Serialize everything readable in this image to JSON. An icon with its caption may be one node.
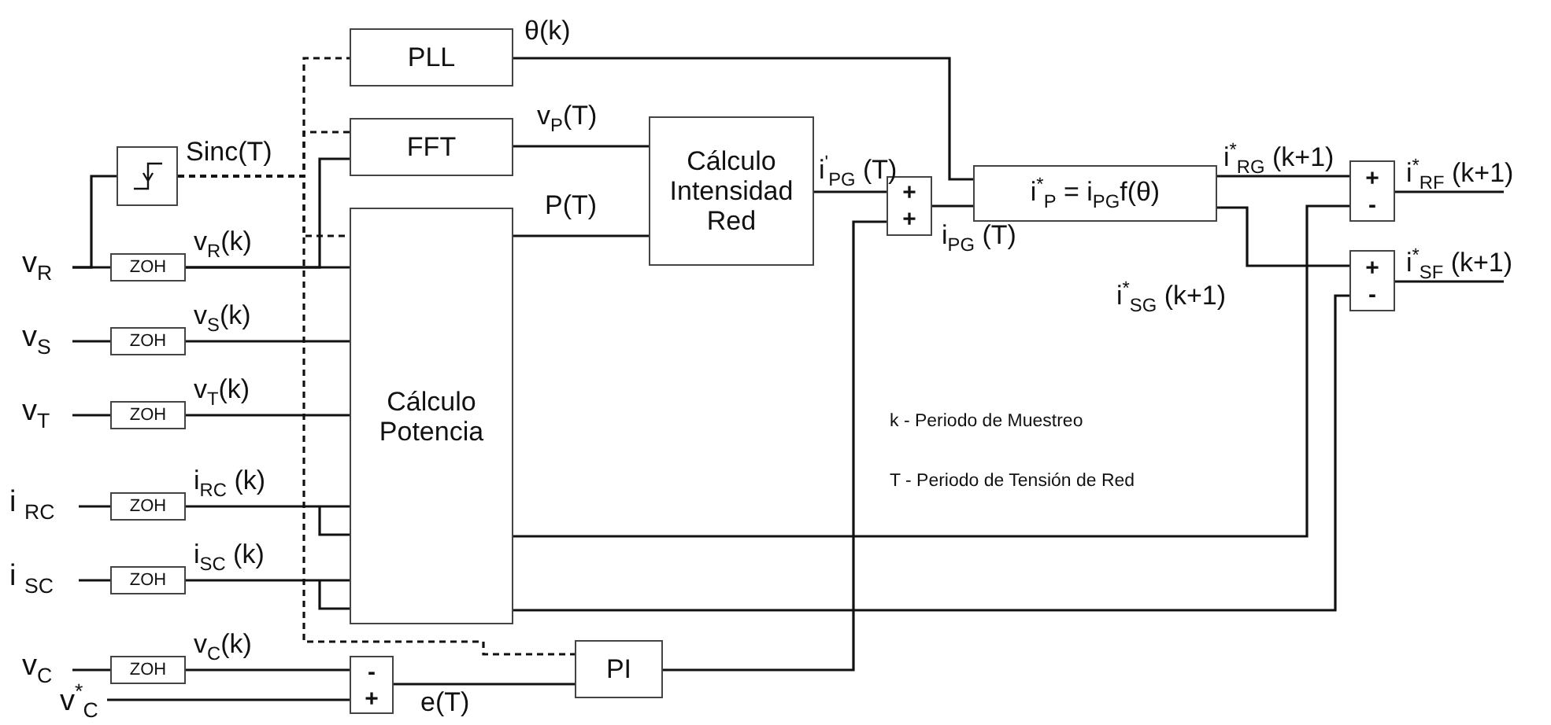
{
  "diagram": {
    "nodes": [
      {
        "text": [
          "PLL"
        ]
      },
      {
        "text": [
          "FFT"
        ]
      },
      {
        "text": [
          "Cálculo Potencia"
        ]
      },
      {
        "text": [
          "Cálculo Intensidad Red"
        ]
      },
      {
        "text": [
          "+",
          "+"
        ]
      },
      {
        "text": [
          "i$^{*}$$_{P}$ = i$_{PG}$f(θ)"
        ]
      },
      {
        "text": [
          "+",
          "-"
        ]
      },
      {
        "text": [
          "+",
          "-"
        ]
      },
      {
        "text": [],
        "shape": "box"
      },
      {
        "text": [
          "v$_{R}$"
        ]
      },
      {
        "text": [
          "ZOH"
        ]
      },
      {
        "text": [
          "v$_{S}$"
        ]
      },
      {
        "text": [
          "ZOH"
        ]
      },
      {
        "text": [
          "v$_{T}$"
        ]
      },
      {
        "text": [
          "ZOH"
        ]
      },
      {
        "text": [
          "i $_{RC}$"
        ]
      },
      {
        "text": [
          "ZOH"
        ]
      },
      {
        "text": [
          "i $_{SC}$"
        ]
      },
      {
        "text": [
          "ZOH"
        ]
      },
      {
        "text": [
          "v$_{C}$"
        ]
      },
      {
        "text": [
          "ZOH"
        ]
      },
      {
        "text": [
          "v$^{*}$$_{C}$"
        ]
      },
      {
        "text": [
          "-",
          "+"
        ]
      },
      {
        "text": [
          "PI"
        ]
      }
    ],
    "edges": [
      {
        "from": 9,
        "to": 10,
        "arrow": "none"
      },
      {
        "from": 9,
        "to": 8,
        "arrow": "none"
      },
      {
        "from": 10,
        "to": 2,
        "arrow": "none",
        "label": "v$_{R}$(k)"
      },
      {
        "from": 10,
        "to": 1,
        "arrow": "none"
      },
      {
        "from": 11,
        "to": 12,
        "arrow": "none"
      },
      {
        "from": 12,
        "to": 2,
        "arrow": "none",
        "label": "v$_{S}$(k)"
      },
      {
        "from": 13,
        "to": 14,
        "arrow": "none"
      },
      {
        "from": 14,
        "to": 2,
        "arrow": "none",
        "label": "v$_{T}$(k)"
      },
      {
        "from": 15,
        "to": 16,
        "arrow": "none"
      },
      {
        "from": 16,
        "to": 2,
        "arrow": "none",
        "label": "i$_{RC}$ (k)"
      },
      {
        "from": 17,
        "to": 18,
        "arrow": "none"
      },
      {
        "from": 18,
        "to": 2,
        "arrow": "none",
        "label": "i$_{SC}$ (k)"
      },
      {
        "from": 19,
        "to": 20,
        "arrow": "none"
      },
      {
        "from": 20,
        "to": 22,
        "arrow": "none",
        "label": "v$_{C}$(k)"
      },
      {
        "from": 21,
        "to": 22,
        "arrow": "none"
      },
      {
        "from": 22,
        "to": 23,
        "arrow": "none",
        "label": "e(T)"
      },
      {
        "from": 23,
        "to": 4,
        "arrow": "none"
      },
      {
        "from": 0,
        "to": 5,
        "arrow": "none",
        "label": "θ(k)"
      },
      {
        "from": 1,
        "to": 3,
        "arrow": "none",
        "label": "v$_{P}$(T)"
      },
      {
        "from": 2,
        "to": 3,
        "arrow": "none",
        "label": "P(T)"
      },
      {
        "from": 3,
        "to": 4,
        "arrow": "none",
        "label": "i$^{'}$$_{PG}$ (T)"
      },
      {
        "from": 4,
        "to": 5,
        "arrow": "none",
        "label": "i$_{PG}$ (T)"
      },
      {
        "from": 5,
        "to": 6,
        "arrow": "none",
        "label": "i$^{*}$$_{RG}$ (k+1)"
      },
      {
        "from": 5,
        "to": 7,
        "arrow": "none",
        "label": "i$^{*}$$_{SG}$ (k+1)"
      },
      {
        "from": 2,
        "to": 6,
        "arrow": "none"
      },
      {
        "from": 2,
        "to": 7,
        "arrow": "none"
      },
      {
        "from": 6,
        "to": null,
        "arrow": "none",
        "label": "i$^{*}$$_{RF}$ (k+1)"
      },
      {
        "from": 7,
        "to": null,
        "arrow": "none",
        "label": "i$^{*}$$_{SF}$ (k+1)"
      },
      {
        "from": 8,
        "to": 0,
        "arrow": "none",
        "style": "dashed",
        "label": "Sinc(T)"
      },
      {
        "from": 8,
        "to": 1,
        "arrow": "none",
        "style": "dashed"
      },
      {
        "from": 8,
        "to": 2,
        "arrow": "none",
        "style": "dashed"
      },
      {
        "from": 8,
        "to": 23,
        "arrow": "none",
        "style": "dashed"
      }
    ],
    "labels": [
      "k - Periodo de Muestreo",
      "T - Periodo de Tensión de Red"
    ]
  }
}
